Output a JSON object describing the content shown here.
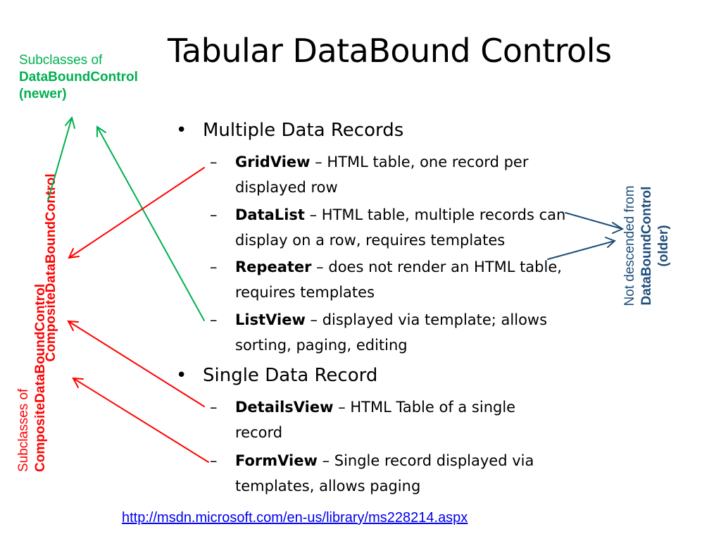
{
  "title": "Tabular DataBound Controls",
  "green_note": {
    "line1": "Subclasses of",
    "line2": "DataBoundControl",
    "line3": "(newer)"
  },
  "red_vertical_label": "CompositeDataBoundControl",
  "red_note": {
    "line1": "Subclasses of",
    "line2": "CompositeDataBoundControl"
  },
  "blue_note": {
    "line1": "Not descended from",
    "line2": "DataBoundControl",
    "line3": "(older)"
  },
  "bullets": [
    {
      "label": "Multiple Data Records",
      "items": [
        {
          "name": "GridView",
          "desc": "HTML table, one record per displayed row"
        },
        {
          "name": "DataList",
          "desc": "HTML table, multiple records can display on a row, requires templates"
        },
        {
          "name": "Repeater",
          "desc": "does not render an HTML table, requires templates"
        },
        {
          "name": "ListView",
          "desc": "displayed via template; allows sorting, paging, editing"
        }
      ]
    },
    {
      "label": "Single Data Record",
      "items": [
        {
          "name": "DetailsView",
          "desc": "HTML Table of a single record"
        },
        {
          "name": "FormView",
          "desc": "Single record displayed via templates, allows paging"
        }
      ]
    }
  ],
  "symbols": {
    "bullet": "•",
    "dash": "–",
    "sep": " – "
  },
  "link": "http://msdn.microsoft.com/en-us/library/ms228214.aspx",
  "colors": {
    "green": "#00b050",
    "red": "#ff0000",
    "blue": "#1f4e79",
    "link": "#0000ee"
  }
}
